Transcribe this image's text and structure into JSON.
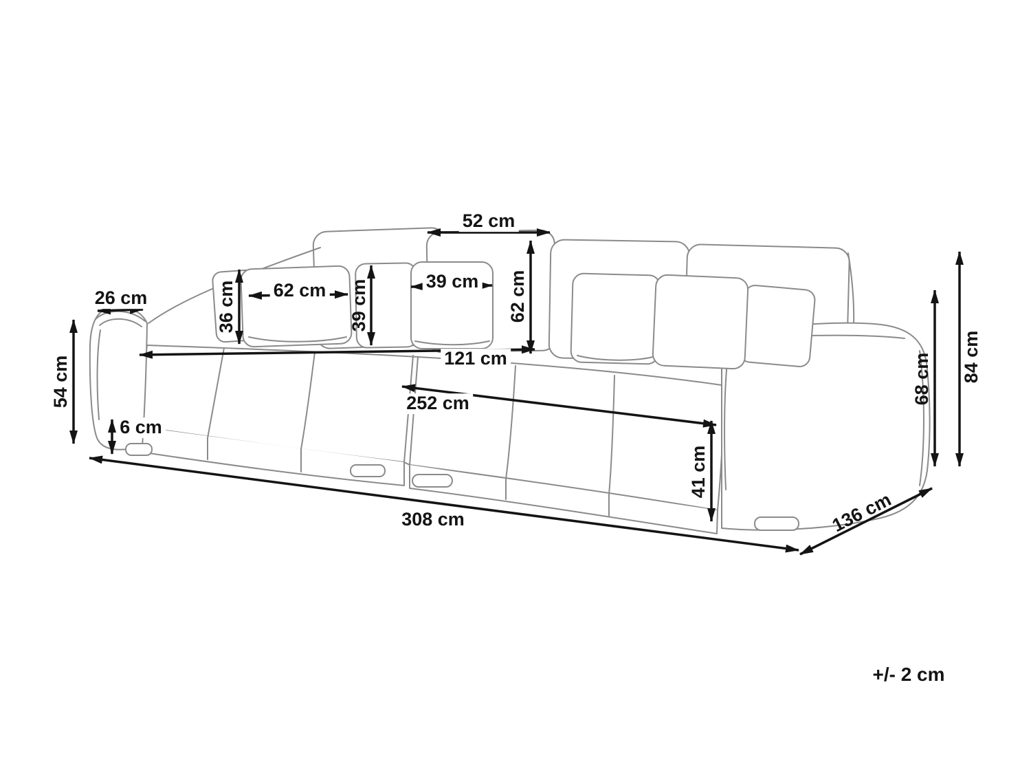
{
  "diagram": {
    "tolerance_note": "+/- 2 cm",
    "colors": {
      "dimension_color": "#141414",
      "sofa_line_color": "#8a8a8a",
      "background": "#ffffff"
    },
    "dimensions": {
      "back_cushion_width": "52 cm",
      "large_pillow_width": "62 cm",
      "small_pillow_width": "39 cm",
      "large_pillow_height": "36 cm",
      "small_pillow_height": "39 cm",
      "back_cushion_height": "62 cm",
      "armrest_top_width": "26 cm",
      "armrest_height": "54 cm",
      "leg_height": "6 cm",
      "seat_depth": "121 cm",
      "seat_width": "252 cm",
      "seat_height": "41 cm",
      "overall_width": "308 cm",
      "overall_depth": "136 cm",
      "backrest_height": "68 cm",
      "overall_height": "84 cm"
    }
  }
}
